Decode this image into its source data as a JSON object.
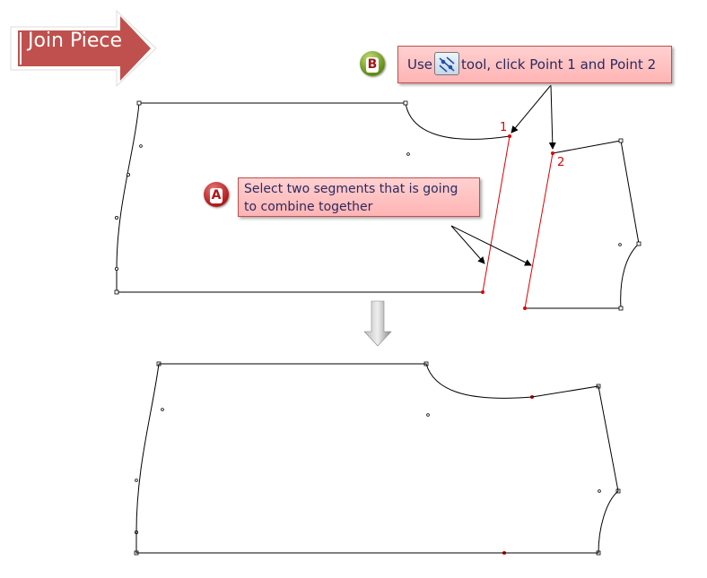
{
  "title": "Join Piece",
  "step_a": {
    "badge": "A",
    "text": "Select two segments that is going to combine together"
  },
  "step_b": {
    "badge": "B",
    "text_before": "Use",
    "tool_icon": "join-tool-icon",
    "text_after": "tool, click Point 1 and Point 2"
  },
  "point_labels": [
    "1",
    "2"
  ],
  "colors": {
    "title_bg": "#c0504d",
    "callout_bg": "#ffc0c0",
    "selected_segment": "#e00000",
    "outline": "#000000"
  }
}
